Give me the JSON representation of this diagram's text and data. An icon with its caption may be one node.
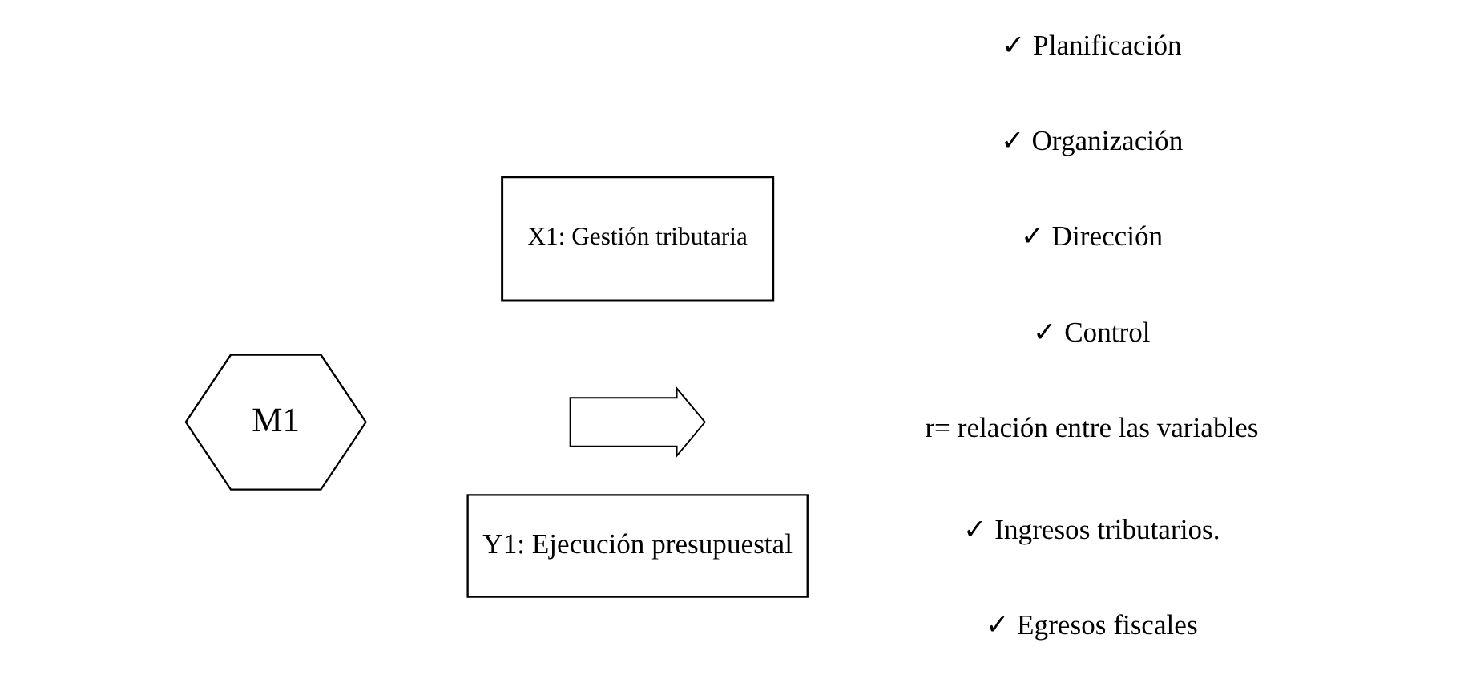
{
  "diagram": {
    "nodes": [
      {
        "text": [
          "X1: Gestión tributaria"
        ]
      },
      {
        "text": [
          "M1"
        ]
      },
      {
        "text": [],
        "shape": "arrow"
      },
      {
        "text": [
          "Y1: Ejecución presupuestal"
        ]
      }
    ],
    "labels": [
      "✓ Planificación",
      "✓ Organización",
      "✓ Dirección",
      "✓ Control",
      "r= relación entre las variables",
      "✓ Ingresos tributarios.",
      "✓ Egresos fiscales"
    ]
  }
}
